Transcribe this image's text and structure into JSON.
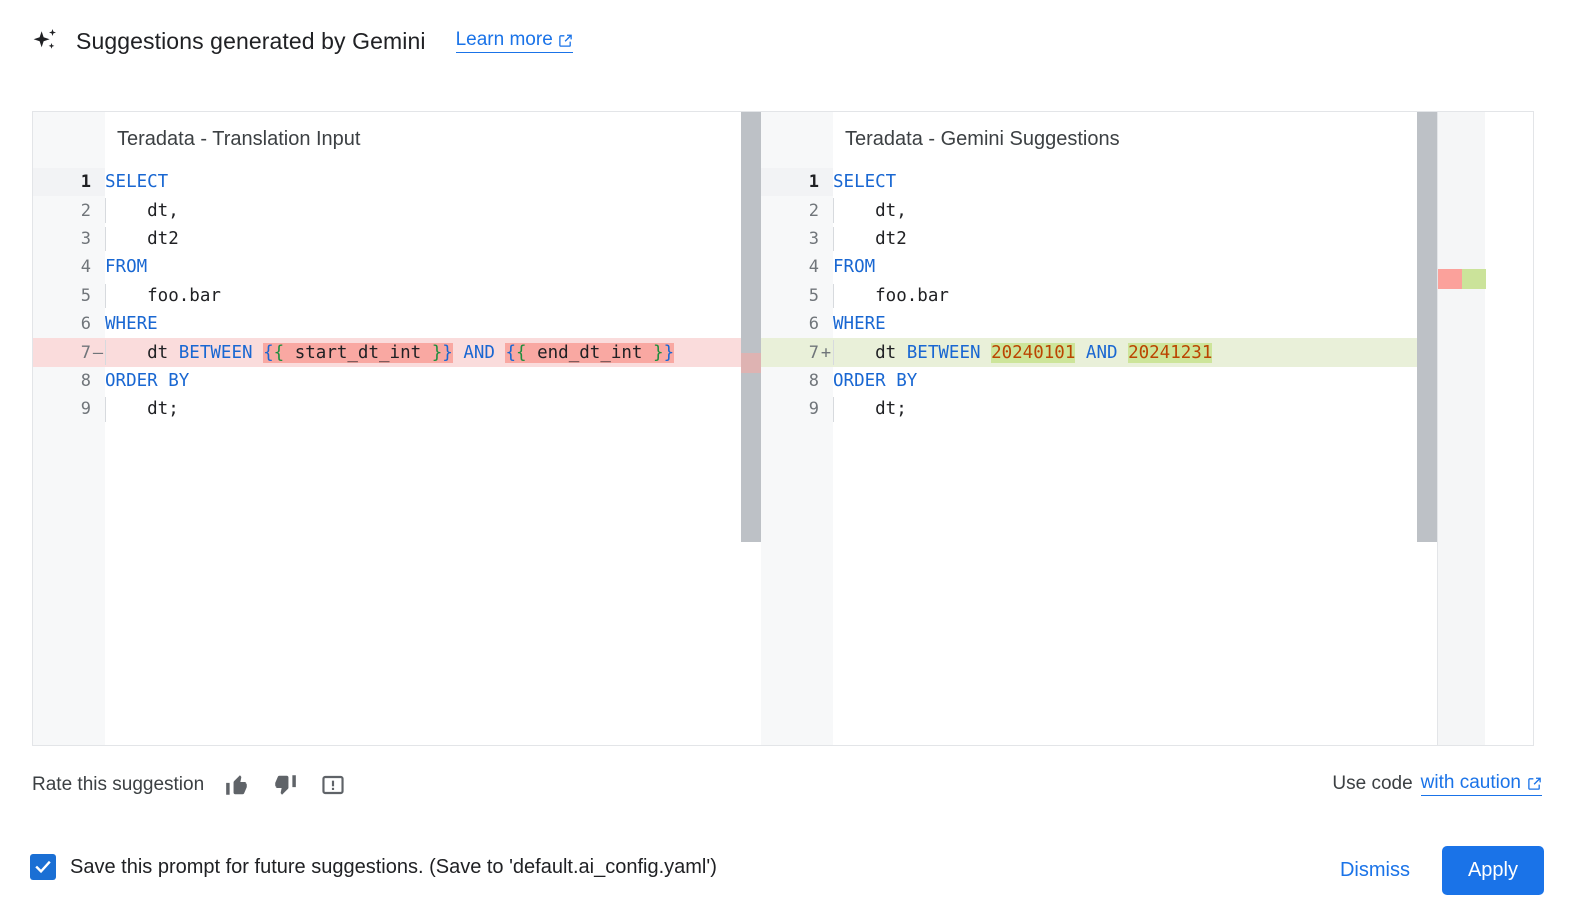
{
  "header": {
    "icon": "sparkle-icon",
    "title": "Suggestions generated by Gemini",
    "learn_more": "Learn more",
    "learn_more_icon": "external-link-icon"
  },
  "diff": {
    "left": {
      "title": "Teradata - Translation Input",
      "lines": [
        {
          "n": "1",
          "sign": "",
          "state": "active",
          "indent": false,
          "tokens": [
            {
              "t": "SELECT",
              "c": "kw"
            }
          ]
        },
        {
          "n": "2",
          "sign": "",
          "state": "",
          "indent": true,
          "tokens": [
            {
              "t": "    dt,",
              "c": "pl"
            }
          ]
        },
        {
          "n": "3",
          "sign": "",
          "state": "",
          "indent": true,
          "tokens": [
            {
              "t": "    dt2",
              "c": "pl"
            }
          ]
        },
        {
          "n": "4",
          "sign": "",
          "state": "",
          "indent": false,
          "tokens": [
            {
              "t": "FROM",
              "c": "kw"
            }
          ]
        },
        {
          "n": "5",
          "sign": "",
          "state": "",
          "indent": true,
          "tokens": [
            {
              "t": "    foo.bar",
              "c": "pl"
            }
          ]
        },
        {
          "n": "6",
          "sign": "",
          "state": "",
          "indent": false,
          "tokens": [
            {
              "t": "WHERE",
              "c": "kw"
            }
          ]
        },
        {
          "n": "7",
          "sign": "—",
          "state": "del",
          "indent": true,
          "tokens": [
            {
              "t": "    dt ",
              "c": "pl"
            },
            {
              "t": "BETWEEN",
              "c": "kw"
            },
            {
              "t": " ",
              "c": "pl"
            },
            {
              "t": "{",
              "c": "brc-b hl-del"
            },
            {
              "t": "{",
              "c": "brc-g hl-del"
            },
            {
              "t": " start_dt_int ",
              "c": "pl hl-del"
            },
            {
              "t": "}",
              "c": "brc-g hl-del"
            },
            {
              "t": "}",
              "c": "brc-b hl-del"
            },
            {
              "t": " ",
              "c": "pl"
            },
            {
              "t": "AND",
              "c": "kw"
            },
            {
              "t": " ",
              "c": "pl"
            },
            {
              "t": "{",
              "c": "brc-b hl-del"
            },
            {
              "t": "{",
              "c": "brc-g hl-del"
            },
            {
              "t": " end_dt_int ",
              "c": "pl hl-del"
            },
            {
              "t": "}",
              "c": "brc-g hl-del"
            },
            {
              "t": "}",
              "c": "brc-b hl-del"
            }
          ]
        },
        {
          "n": "8",
          "sign": "",
          "state": "",
          "indent": false,
          "tokens": [
            {
              "t": "ORDER BY",
              "c": "kw"
            }
          ]
        },
        {
          "n": "9",
          "sign": "",
          "state": "",
          "indent": true,
          "tokens": [
            {
              "t": "    dt;",
              "c": "pl"
            }
          ]
        }
      ]
    },
    "right": {
      "title": "Teradata - Gemini Suggestions",
      "lines": [
        {
          "n": "1",
          "sign": "",
          "state": "active",
          "indent": false,
          "tokens": [
            {
              "t": "SELECT",
              "c": "kw"
            }
          ]
        },
        {
          "n": "2",
          "sign": "",
          "state": "",
          "indent": true,
          "tokens": [
            {
              "t": "    dt,",
              "c": "pl"
            }
          ]
        },
        {
          "n": "3",
          "sign": "",
          "state": "",
          "indent": true,
          "tokens": [
            {
              "t": "    dt2",
              "c": "pl"
            }
          ]
        },
        {
          "n": "4",
          "sign": "",
          "state": "",
          "indent": false,
          "tokens": [
            {
              "t": "FROM",
              "c": "kw"
            }
          ]
        },
        {
          "n": "5",
          "sign": "",
          "state": "",
          "indent": true,
          "tokens": [
            {
              "t": "    foo.bar",
              "c": "pl"
            }
          ]
        },
        {
          "n": "6",
          "sign": "",
          "state": "",
          "indent": false,
          "tokens": [
            {
              "t": "WHERE",
              "c": "kw"
            }
          ]
        },
        {
          "n": "7",
          "sign": "+",
          "state": "ins",
          "indent": true,
          "tokens": [
            {
              "t": "    dt ",
              "c": "pl"
            },
            {
              "t": "BETWEEN",
              "c": "kw"
            },
            {
              "t": " ",
              "c": "pl"
            },
            {
              "t": "20240101",
              "c": "num hl-ins"
            },
            {
              "t": " ",
              "c": "pl"
            },
            {
              "t": "AND",
              "c": "kw"
            },
            {
              "t": " ",
              "c": "pl"
            },
            {
              "t": "20241231",
              "c": "num hl-ins"
            }
          ]
        },
        {
          "n": "8",
          "sign": "",
          "state": "",
          "indent": false,
          "tokens": [
            {
              "t": "ORDER BY",
              "c": "kw"
            }
          ]
        },
        {
          "n": "9",
          "sign": "",
          "state": "",
          "indent": true,
          "tokens": [
            {
              "t": "    dt;",
              "c": "pl"
            }
          ]
        }
      ]
    }
  },
  "rate": {
    "label": "Rate this suggestion",
    "thumb_up_icon": "thumb-up-icon",
    "thumb_down_icon": "thumb-down-icon",
    "report_icon": "report-icon"
  },
  "caution": {
    "prefix": "Use code",
    "link": "with caution",
    "icon": "external-link-icon"
  },
  "footer": {
    "save_label": "Save this prompt for future suggestions. (Save to 'default.ai_config.yaml')",
    "checked": true,
    "dismiss": "Dismiss",
    "apply": "Apply"
  },
  "colors": {
    "accent": "#1a73e8",
    "keyword": "#1967d2",
    "number": "#bb4400",
    "diff_delete_bg": "#fadcdc",
    "diff_delete_hl": "#f9a8a2",
    "diff_insert_bg": "#e9f0d9",
    "diff_insert_hl": "#cde59a",
    "checkbox": "#1a6fd4"
  }
}
